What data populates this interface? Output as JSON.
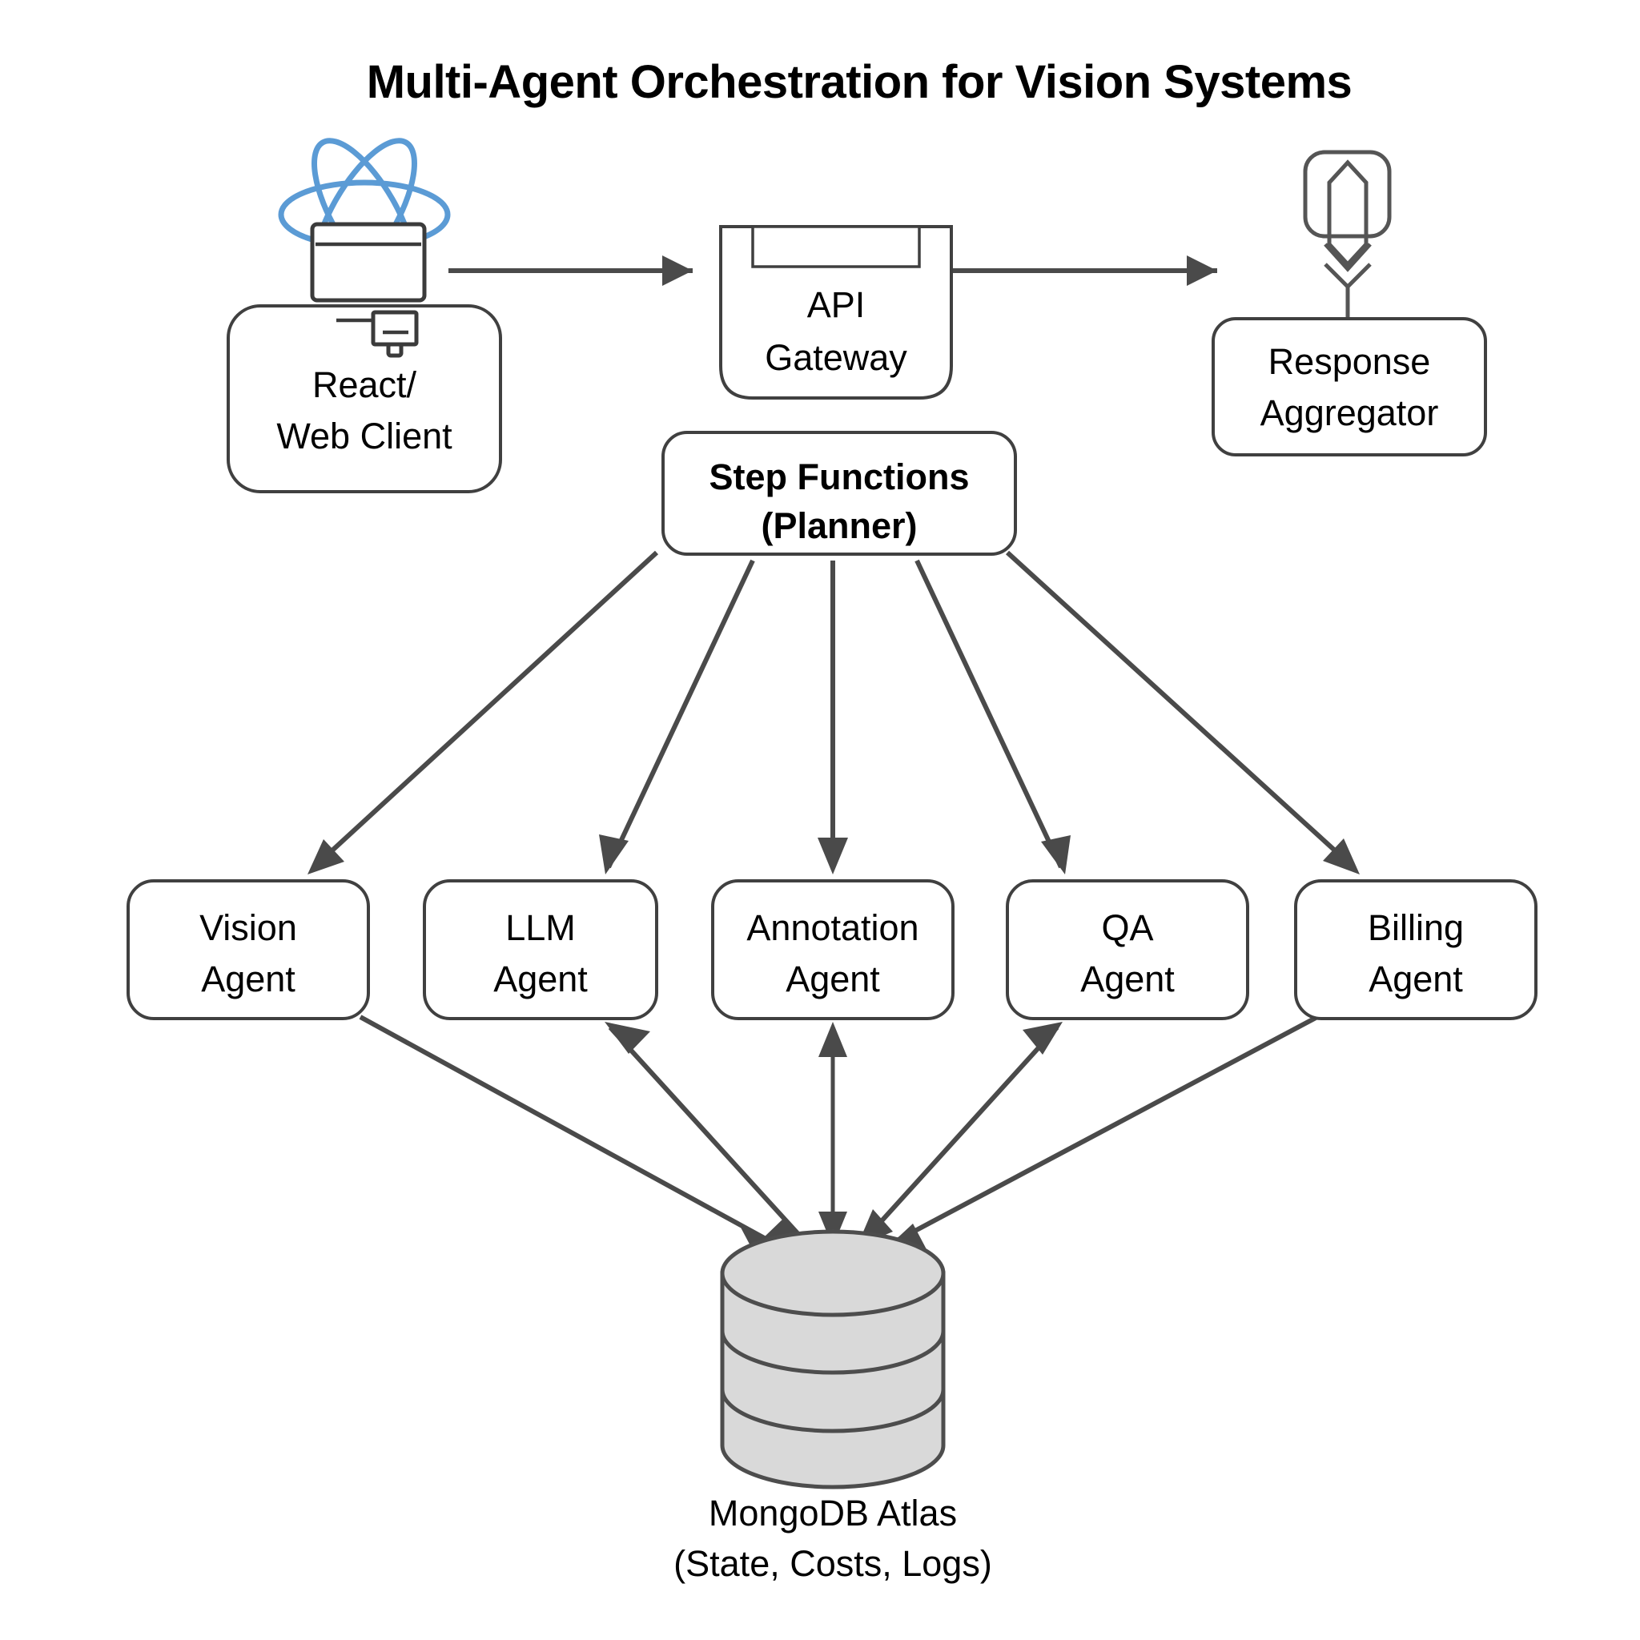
{
  "diagram": {
    "title": "Multi-Agent Orchestration for Vision Systems",
    "background_color": "#ffffff",
    "edge_color": "#4a4a4a",
    "node_stroke_color": "#404040",
    "accent_color": "#5b9bd5",
    "database_fill_color": "#d9d9d9",
    "nodes": {
      "client": {
        "line1": "React/",
        "line2": "Web Client",
        "icon": "react-browser-icon"
      },
      "api_gateway": {
        "line1": "API",
        "line2": "Gateway",
        "icon": "gateway-tab-icon"
      },
      "response_aggregator": {
        "line1": "Response",
        "line2": "Aggregator",
        "icon": "aggregator-funnel-icon"
      },
      "planner": {
        "line1": "Step Functions",
        "line2": "(Planner)"
      },
      "database": {
        "line1": "MongoDB Atlas",
        "line2": "(State, Costs, Logs)",
        "icon": "database-cylinder-icon"
      }
    },
    "agents": [
      {
        "line1": "Vision",
        "line2": "Agent"
      },
      {
        "line1": "LLM",
        "line2": "Agent"
      },
      {
        "line1": "Annotation",
        "line2": "Agent"
      },
      {
        "line1": "QA",
        "line2": "Agent"
      },
      {
        "line1": "Billing",
        "line2": "Agent"
      }
    ],
    "edges": [
      {
        "from": "client",
        "to": "api_gateway",
        "direction": "one-way"
      },
      {
        "from": "api_gateway",
        "to": "response_aggregator",
        "direction": "one-way"
      },
      {
        "from": "planner",
        "to": "Vision Agent",
        "direction": "one-way"
      },
      {
        "from": "planner",
        "to": "LLM Agent",
        "direction": "one-way"
      },
      {
        "from": "planner",
        "to": "Annotation Agent",
        "direction": "one-way"
      },
      {
        "from": "planner",
        "to": "QA Agent",
        "direction": "one-way"
      },
      {
        "from": "planner",
        "to": "Billing Agent",
        "direction": "one-way"
      },
      {
        "from": "Vision Agent",
        "to": "database",
        "direction": "one-way"
      },
      {
        "from": "LLM Agent",
        "to": "database",
        "direction": "two-way"
      },
      {
        "from": "Annotation Agent",
        "to": "database",
        "direction": "two-way"
      },
      {
        "from": "QA Agent",
        "to": "database",
        "direction": "two-way"
      },
      {
        "from": "Billing Agent",
        "to": "database",
        "direction": "one-way"
      }
    ]
  }
}
